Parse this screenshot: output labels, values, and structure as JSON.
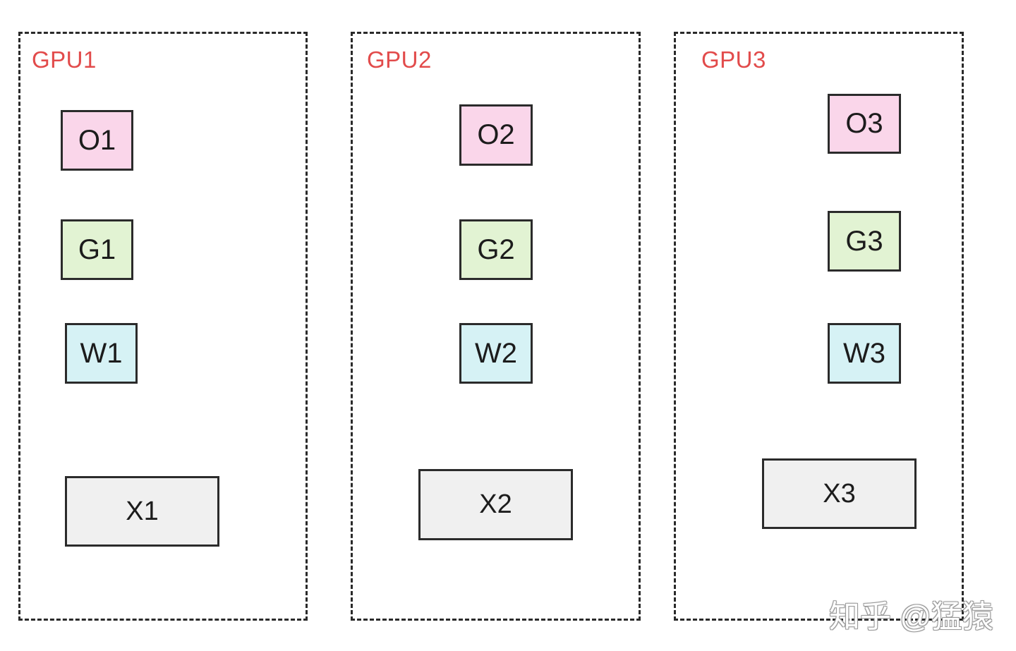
{
  "gpus": [
    {
      "label": "GPU1",
      "optimizer": "O1",
      "gradient": "G1",
      "weight": "W1",
      "activation": "X1"
    },
    {
      "label": "GPU2",
      "optimizer": "O2",
      "gradient": "G2",
      "weight": "W2",
      "activation": "X2"
    },
    {
      "label": "GPU3",
      "optimizer": "O3",
      "gradient": "G3",
      "weight": "W3",
      "activation": "X3"
    }
  ],
  "watermark": "知乎 @猛猿",
  "colors": {
    "label": "#e24b4b",
    "optimizer_fill": "#fad6ea",
    "gradient_fill": "#e2f3d3",
    "weight_fill": "#d6f2f5",
    "activation_fill": "#f0f0f0",
    "border": "#2b2b2b"
  }
}
